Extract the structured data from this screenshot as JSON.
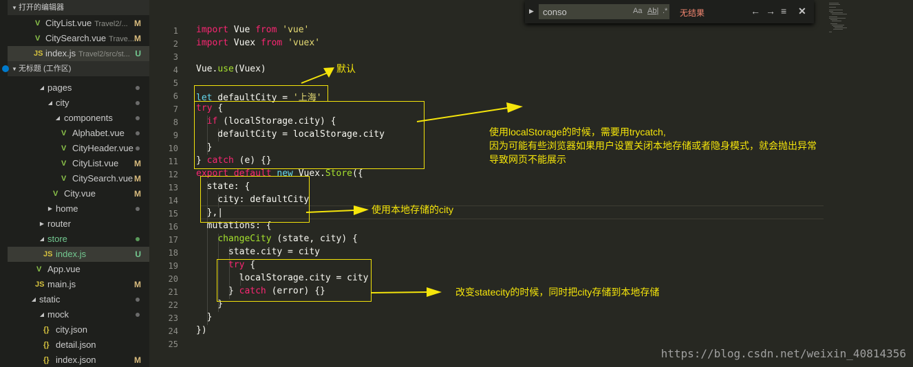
{
  "sidebar": {
    "open_editors_title": "打开的编辑器",
    "open_editors": [
      {
        "name": "CityList.vue",
        "path": "Travel2/...",
        "badge": "M"
      },
      {
        "name": "CitySearch.vue",
        "path": "Trave...",
        "badge": "M"
      },
      {
        "name": "index.js",
        "path": "Travel2/src/st...",
        "badge": "U"
      }
    ],
    "workspace_title": "无标题 (工作区)",
    "tree": [
      {
        "name": "pages",
        "expanded": true,
        "status": "dot"
      },
      {
        "name": "city",
        "expanded": true,
        "status": "dot"
      },
      {
        "name": "components",
        "expanded": true,
        "status": "dot"
      },
      {
        "name": "Alphabet.vue",
        "status": "dot"
      },
      {
        "name": "CityHeader.vue",
        "status": "dot"
      },
      {
        "name": "CityList.vue",
        "badge": "M"
      },
      {
        "name": "CitySearch.vue",
        "badge": "M"
      },
      {
        "name": "City.vue",
        "badge": "M"
      },
      {
        "name": "home",
        "expanded": false,
        "status": "dot"
      },
      {
        "name": "router",
        "expanded": false
      },
      {
        "name": "store",
        "expanded": true,
        "status": "dot-green"
      },
      {
        "name": "index.js",
        "badge": "U"
      },
      {
        "name": "App.vue"
      },
      {
        "name": "main.js",
        "badge": "M"
      },
      {
        "name": "static",
        "expanded": true,
        "status": "dot"
      },
      {
        "name": "mock",
        "expanded": true,
        "status": "dot"
      },
      {
        "name": "city.json"
      },
      {
        "name": "detail.json"
      },
      {
        "name": "index.json",
        "badge": "M"
      }
    ]
  },
  "find": {
    "query": "conso",
    "opt_case": "Aa",
    "opt_word": "Ab|",
    "opt_regex": ".*",
    "result": "无结果"
  },
  "editor": {
    "line_numbers": [
      "1",
      "2",
      "3",
      "4",
      "5",
      "6",
      "7",
      "8",
      "9",
      "10",
      "11",
      "12",
      "13",
      "14",
      "15",
      "16",
      "17",
      "18",
      "19",
      "20",
      "21",
      "22",
      "23",
      "24",
      "25"
    ]
  },
  "annotations": {
    "default_label": "默认",
    "trycatch_note_1": "使用localStorage的时候，需要用trycatch,",
    "trycatch_note_2": "因为可能有些浏览器如果用户设置关闭本地存储或者隐身模式，就会抛出异常",
    "trycatch_note_3": "导致网页不能展示",
    "state_note": "使用本地存储的city",
    "mutation_note": "改变statecity的时候，同时把city存储到本地存储"
  },
  "watermark": "https://blog.csdn.net/weixin_40814356",
  "colors": {
    "annotation": "#f5e50b",
    "keyword": "#f92672",
    "string": "#e6db74",
    "builtin": "#66d9ef",
    "function": "#a6e22e"
  }
}
